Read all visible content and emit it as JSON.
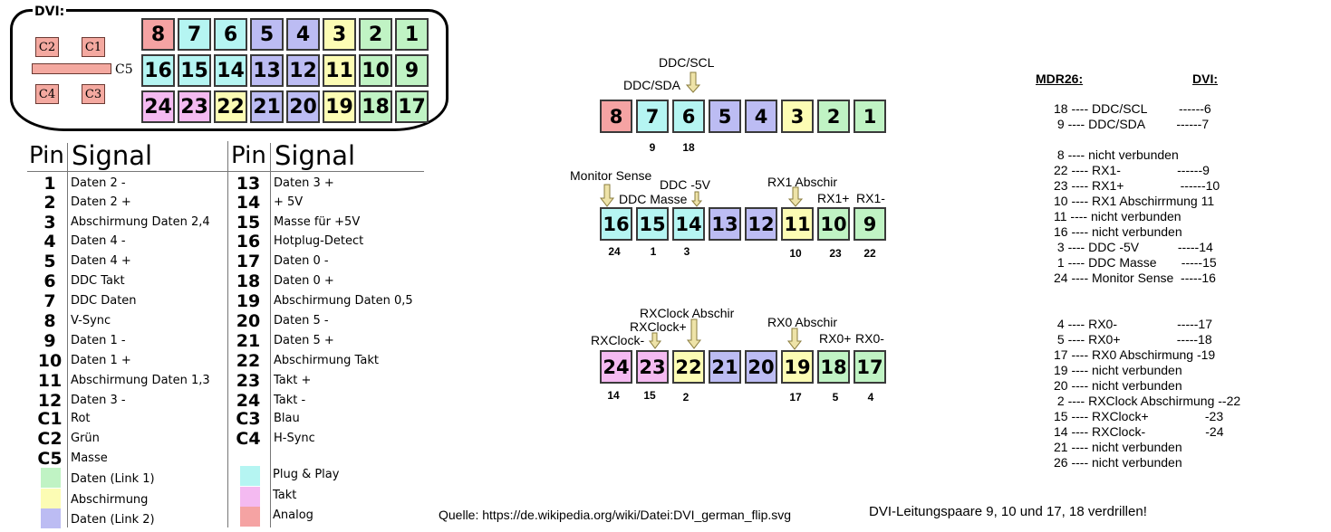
{
  "connector": {
    "label": "DVI:",
    "c_pins": [
      "C2",
      "C1",
      "C4",
      "C3"
    ],
    "c5_label": "C5",
    "row1": [
      {
        "n": "8",
        "c": "pink"
      },
      {
        "n": "7",
        "c": "cyan"
      },
      {
        "n": "6",
        "c": "cyan"
      },
      {
        "n": "5",
        "c": "purple"
      },
      {
        "n": "4",
        "c": "purple"
      },
      {
        "n": "3",
        "c": "yellow"
      },
      {
        "n": "2",
        "c": "green"
      },
      {
        "n": "1",
        "c": "green"
      }
    ],
    "row2": [
      {
        "n": "16",
        "c": "cyan"
      },
      {
        "n": "15",
        "c": "cyan"
      },
      {
        "n": "14",
        "c": "cyan"
      },
      {
        "n": "13",
        "c": "purple"
      },
      {
        "n": "12",
        "c": "purple"
      },
      {
        "n": "11",
        "c": "yellow"
      },
      {
        "n": "10",
        "c": "green"
      },
      {
        "n": "9",
        "c": "green"
      }
    ],
    "row3": [
      {
        "n": "24",
        "c": "mag"
      },
      {
        "n": "23",
        "c": "mag"
      },
      {
        "n": "22",
        "c": "yellow"
      },
      {
        "n": "21",
        "c": "purple"
      },
      {
        "n": "20",
        "c": "purple"
      },
      {
        "n": "19",
        "c": "yellow"
      },
      {
        "n": "18",
        "c": "green"
      },
      {
        "n": "17",
        "c": "green"
      }
    ]
  },
  "colors": {
    "pink": "#f5a3a3",
    "cyan": "#b5f5f2",
    "purple": "#bcbcf3",
    "yellow": "#fcfcb4",
    "green": "#c0f3c4",
    "mag": "#f4baf1"
  },
  "table": {
    "header_pin": "Pin",
    "header_signal": "Signal",
    "left": [
      {
        "pin": "1",
        "signal": "Daten 2 -"
      },
      {
        "pin": "2",
        "signal": "Daten 2 +"
      },
      {
        "pin": "3",
        "signal": "Abschirmung Daten 2,4"
      },
      {
        "pin": "4",
        "signal": "Daten 4 -"
      },
      {
        "pin": "5",
        "signal": "Daten 4 +"
      },
      {
        "pin": "6",
        "signal": "DDC Takt"
      },
      {
        "pin": "7",
        "signal": "DDC Daten"
      },
      {
        "pin": "8",
        "signal": "V-Sync"
      },
      {
        "pin": "9",
        "signal": "Daten 1 -"
      },
      {
        "pin": "10",
        "signal": "Daten 1 +"
      },
      {
        "pin": "11",
        "signal": "Abschirmung Daten 1,3"
      },
      {
        "pin": "12",
        "signal": "Daten 3 -"
      },
      {
        "pin": "C1",
        "signal": "Rot"
      },
      {
        "pin": "C2",
        "signal": "Grün"
      },
      {
        "pin": "C5",
        "signal": "Masse"
      }
    ],
    "right": [
      {
        "pin": "13",
        "signal": "Daten 3 +"
      },
      {
        "pin": "14",
        "signal": "+ 5V"
      },
      {
        "pin": "15",
        "signal": "Masse für +5V"
      },
      {
        "pin": "16",
        "signal": "Hotplug-Detect"
      },
      {
        "pin": "17",
        "signal": "Daten 0 -"
      },
      {
        "pin": "18",
        "signal": "Daten 0 +"
      },
      {
        "pin": "19",
        "signal": "Abschirmung Daten 0,5"
      },
      {
        "pin": "20",
        "signal": "Daten 5 -"
      },
      {
        "pin": "21",
        "signal": "Daten 5 +"
      },
      {
        "pin": "22",
        "signal": "Abschirmung Takt"
      },
      {
        "pin": "23",
        "signal": "Takt +"
      },
      {
        "pin": "24",
        "signal": "Takt -"
      },
      {
        "pin": "C3",
        "signal": "Blau"
      },
      {
        "pin": "C4",
        "signal": "H-Sync"
      }
    ],
    "legend_left": [
      {
        "c": "green",
        "t": "Daten (Link 1)"
      },
      {
        "c": "yellow",
        "t": "Abschirmung"
      },
      {
        "c": "purple",
        "t": "Daten (Link 2)"
      }
    ],
    "legend_right": [
      {
        "c": "cyan",
        "t": "Plug & Play"
      },
      {
        "c": "mag",
        "t": "Takt"
      },
      {
        "c": "pink",
        "t": "Analog"
      }
    ]
  },
  "diagram": {
    "row1": [
      {
        "n": "8",
        "c": "pink"
      },
      {
        "n": "7",
        "c": "cyan"
      },
      {
        "n": "6",
        "c": "cyan"
      },
      {
        "n": "5",
        "c": "purple"
      },
      {
        "n": "4",
        "c": "purple"
      },
      {
        "n": "3",
        "c": "yellow"
      },
      {
        "n": "2",
        "c": "green"
      },
      {
        "n": "1",
        "c": "green"
      }
    ],
    "row2": [
      {
        "n": "16",
        "c": "cyan"
      },
      {
        "n": "15",
        "c": "cyan"
      },
      {
        "n": "14",
        "c": "cyan"
      },
      {
        "n": "13",
        "c": "purple"
      },
      {
        "n": "12",
        "c": "purple"
      },
      {
        "n": "11",
        "c": "yellow"
      },
      {
        "n": "10",
        "c": "green"
      },
      {
        "n": "9",
        "c": "green"
      }
    ],
    "row3": [
      {
        "n": "24",
        "c": "mag"
      },
      {
        "n": "23",
        "c": "mag"
      },
      {
        "n": "22",
        "c": "yellow"
      },
      {
        "n": "21",
        "c": "purple"
      },
      {
        "n": "20",
        "c": "purple"
      },
      {
        "n": "19",
        "c": "yellow"
      },
      {
        "n": "18",
        "c": "green"
      },
      {
        "n": "17",
        "c": "green"
      }
    ],
    "labels": {
      "ddc_scl": "DDC/SCL",
      "ddc_sda": "DDC/SDA",
      "monitor_sense": "Monitor Sense",
      "ddc_5v": "DDC -5V",
      "ddc_masse": "DDC Masse",
      "rx1_abschir": "RX1 Abschir",
      "rx1_plus": "RX1+",
      "rx1_minus": "RX1-",
      "rxclock_abschir": "RXClock Abschir",
      "rxclock_plus": "RXClock+",
      "rxclock_minus": "RXClock-",
      "rx0_abschir": "RX0 Abschir",
      "rx0_plus": "RX0+",
      "rx0_minus": "RX0-"
    },
    "mdr_row1": [
      "9",
      "18"
    ],
    "mdr_row2": [
      "24",
      "1",
      "3",
      "10",
      "23",
      "22"
    ],
    "mdr_row3": [
      "14",
      "15",
      "2",
      "17",
      "5",
      "4"
    ],
    "source": "Quelle: https://de.wikipedia.org/wiki/Datei:DVI_german_flip.svg",
    "twist_note": "DVI-Leitungspaare 9, 10 und 17, 18 verdrillen!"
  },
  "mapping": {
    "mdr_header": "MDR26:",
    "dvi_header": "DVI:",
    "lines": [
      "18 ---- DDC/SCL         ------6",
      " 9 ---- DDC/SDA         ------7",
      "",
      " 8 ---- nicht verbunden",
      "22 ---- RX1-                ------9",
      "23 ---- RX1+                ------10",
      "10 ---- RX1 Abschirrmung 11",
      "11 ---- nicht verbunden",
      "16 ---- nicht verbunden",
      " 3 ---- DDC -5V           -----14",
      " 1 ---- DDC Masse       -----15",
      "24 ---- Monitor Sense  -----16",
      "",
      "",
      " 4 ---- RX0-                 -----17",
      " 5 ---- RX0+                -----18",
      "17 ---- RX0 Abschirmung -19",
      "19 ---- nicht verbunden",
      "20 ---- nicht verbunden",
      " 2 ---- RXClock Abschirmung --22",
      "15 ---- RXClock+                -23",
      "14 ---- RXClock-                 -24",
      "21 ---- nicht verbunden",
      "26 ---- nicht verbunden"
    ]
  }
}
